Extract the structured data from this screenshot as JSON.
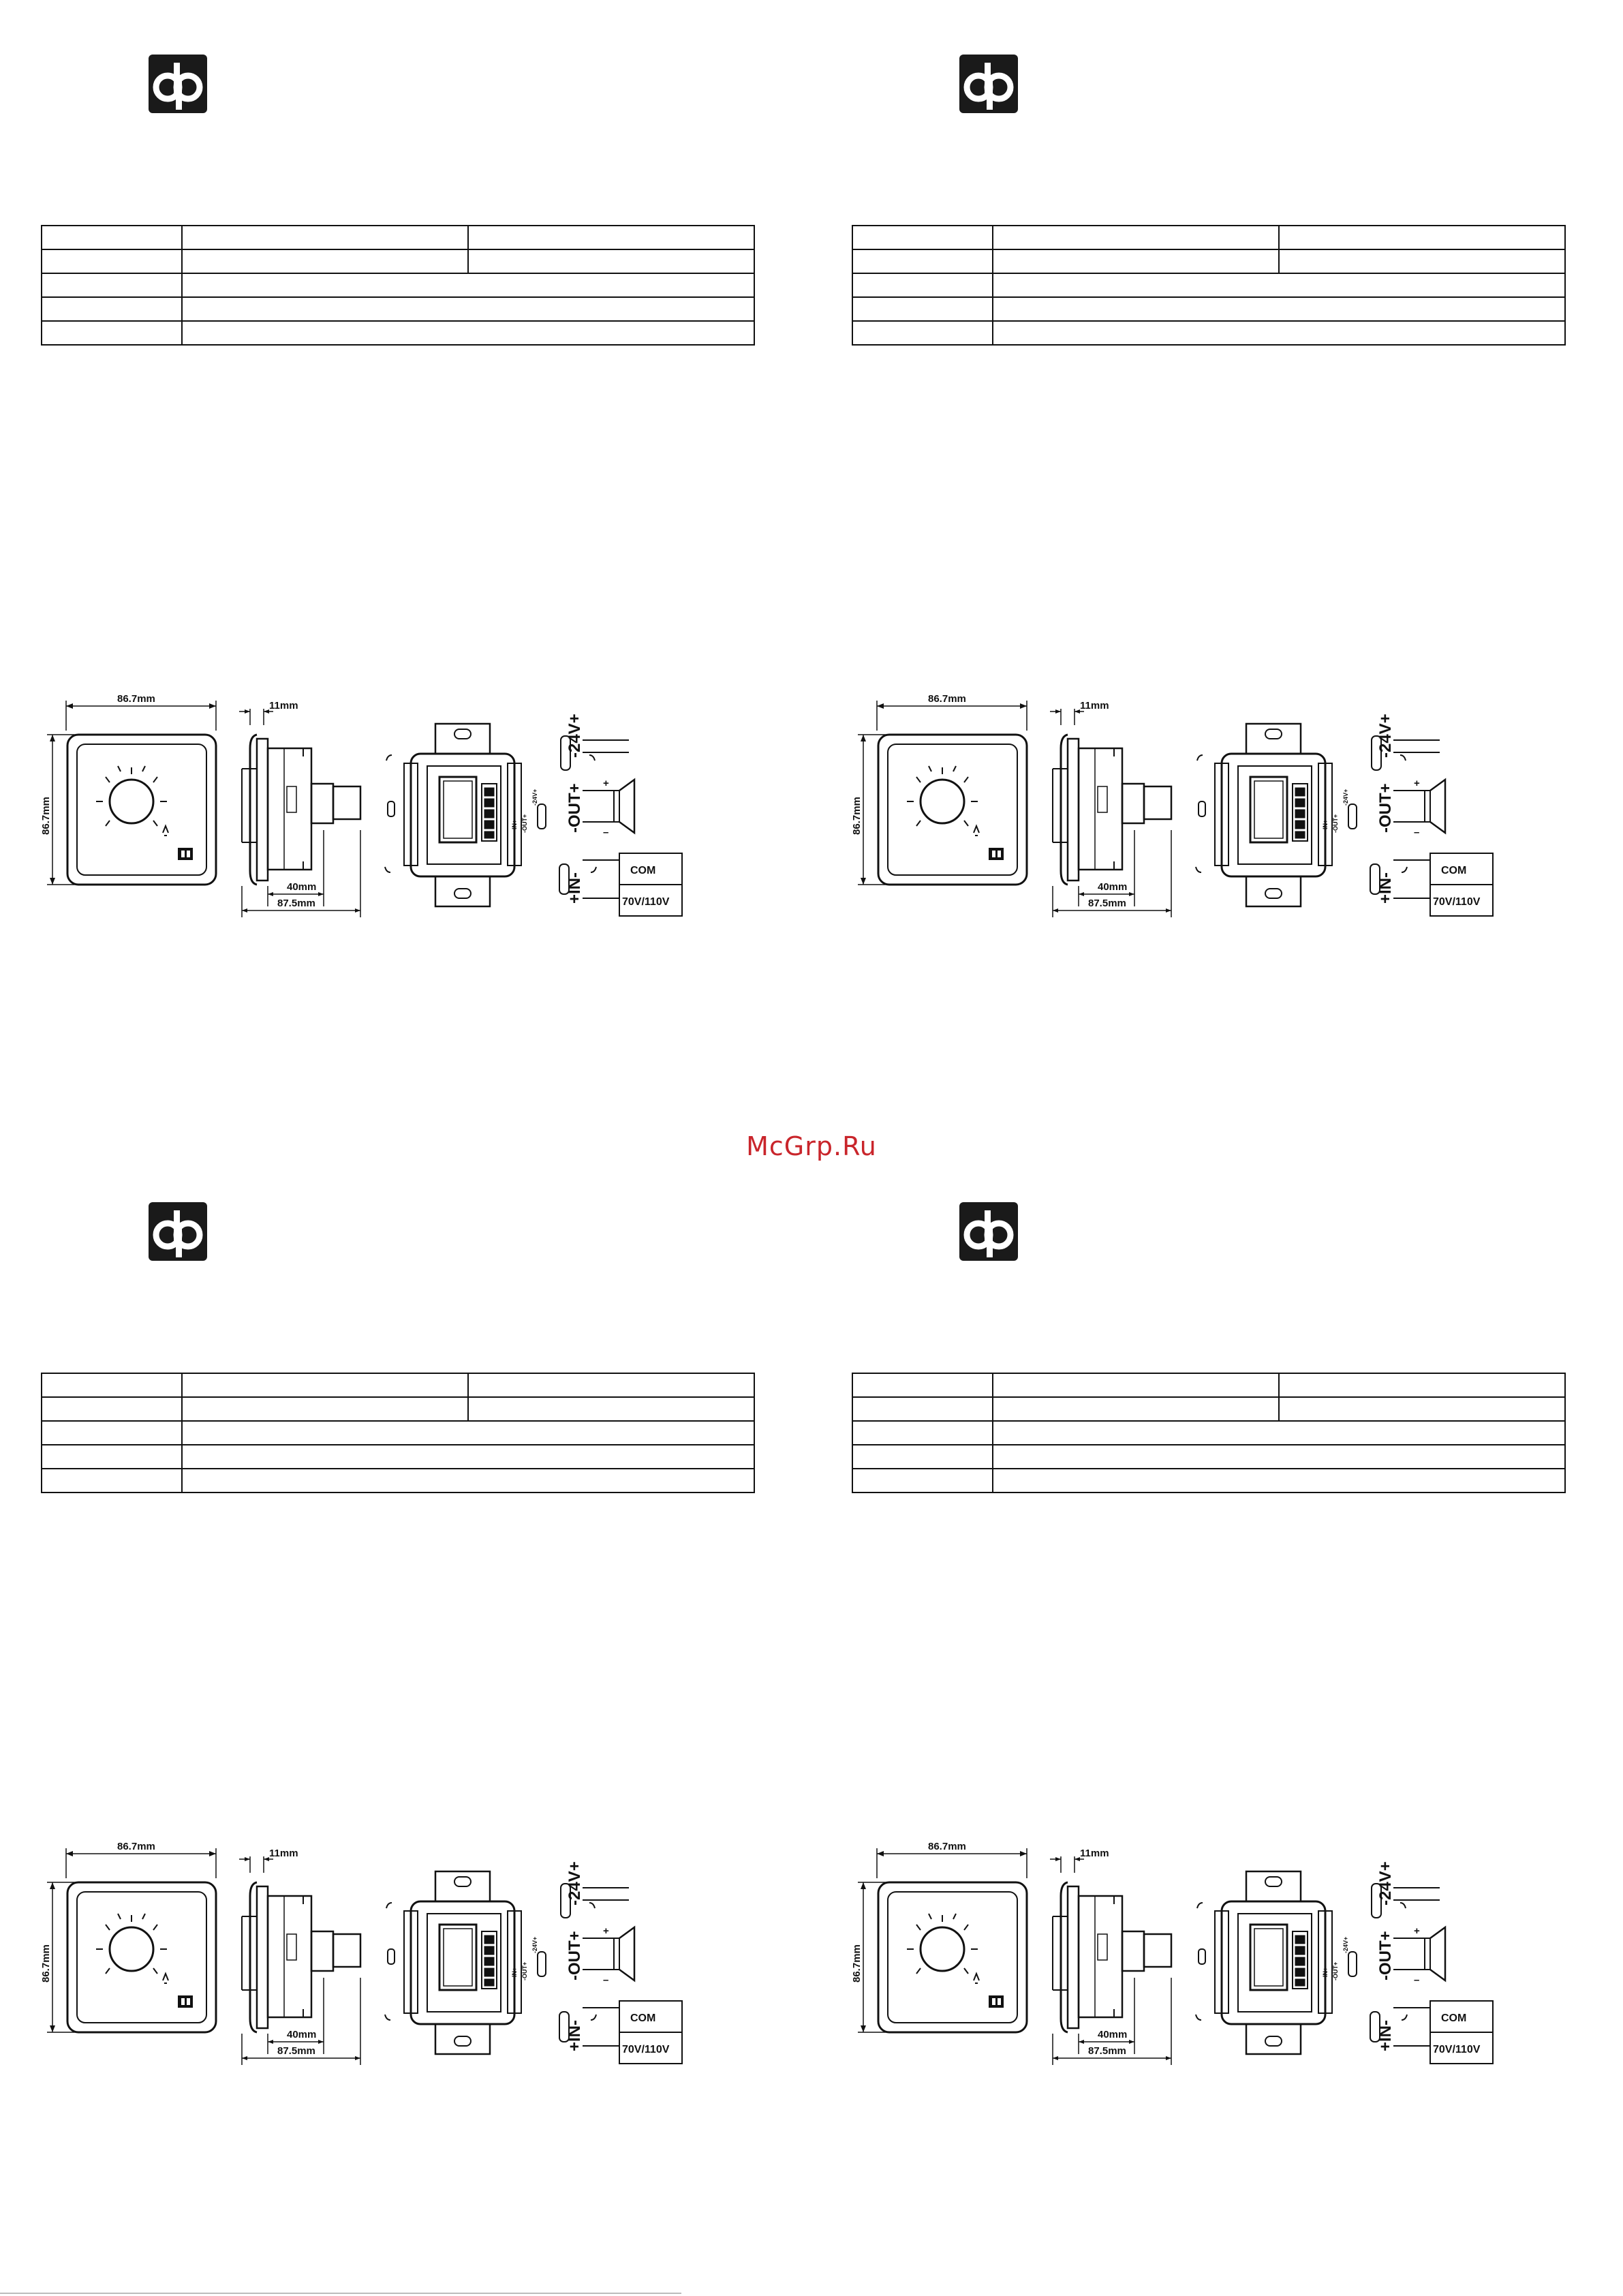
{
  "watermark": "McGrp.Ru",
  "panels": [
    {
      "id": "top-left",
      "front_width": "86.7mm",
      "front_height": "86.7mm",
      "side_depth": "11mm",
      "side_inner": "40mm",
      "side_total": "87.5mm",
      "terminal_power": "-24V+",
      "terminal_out": "-OUT+",
      "terminal_in": "+IN-",
      "speaker_plus": "+",
      "speaker_minus": "–",
      "box_com": "COM",
      "box_voltage": "70V/110V"
    },
    {
      "id": "top-right",
      "front_width": "86.7mm",
      "front_height": "86.7mm",
      "side_depth": "11mm",
      "side_inner": "40mm",
      "side_total": "87.5mm",
      "terminal_power": "-24V+",
      "terminal_out": "-OUT+",
      "terminal_in": "+IN-",
      "speaker_plus": "+",
      "speaker_minus": "–",
      "box_com": "COM",
      "box_voltage": "70V/110V"
    },
    {
      "id": "bottom-left",
      "front_width": "86.7mm",
      "front_height": "86.7mm",
      "side_depth": "11mm",
      "side_inner": "40mm",
      "side_total": "87.5mm",
      "terminal_power": "-24V+",
      "terminal_out": "-OUT+",
      "terminal_in": "+IN-",
      "speaker_plus": "+",
      "speaker_minus": "–",
      "box_com": "COM",
      "box_voltage": "70V/110V"
    },
    {
      "id": "bottom-right",
      "front_width": "86.7mm",
      "front_height": "86.7mm",
      "side_depth": "11mm",
      "side_inner": "40mm",
      "side_total": "87.5mm",
      "terminal_power": "-24V+",
      "terminal_out": "-OUT+",
      "terminal_in": "+IN-",
      "speaker_plus": "+",
      "speaker_minus": "–",
      "box_com": "COM",
      "box_voltage": "70V/110V"
    }
  ]
}
